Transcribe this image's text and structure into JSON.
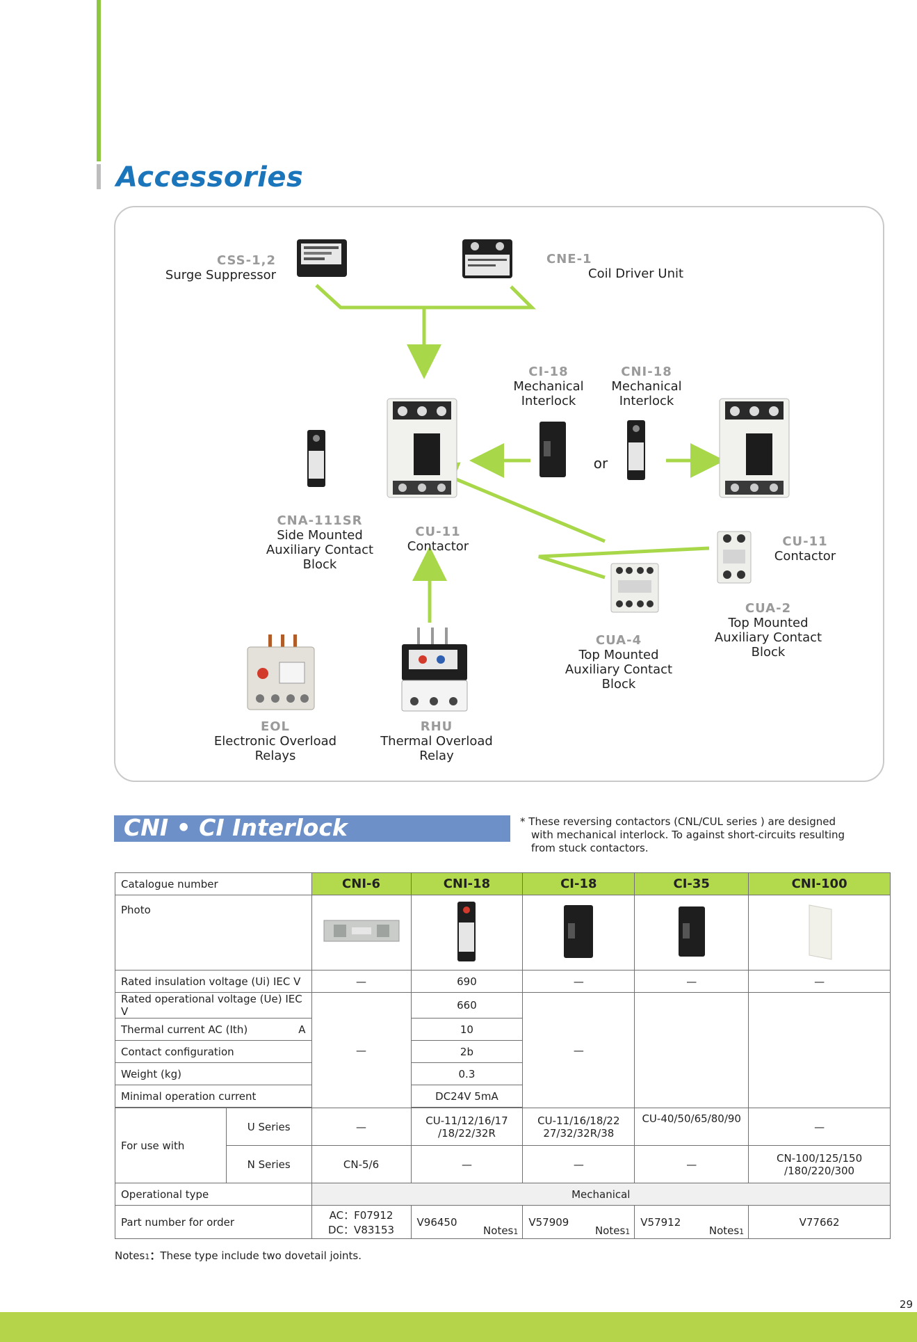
{
  "section": {
    "title": "Accessories"
  },
  "diagram": {
    "css": {
      "code": "CSS-1,2",
      "name": "Surge Suppressor"
    },
    "cne": {
      "code": "CNE-1",
      "name": "Coil Driver Unit"
    },
    "ci18": {
      "code": "CI-18",
      "line1": "Mechanical",
      "line2": "Interlock"
    },
    "cni18": {
      "code": "CNI-18",
      "line1": "Mechanical",
      "line2": "Interlock"
    },
    "or_text": "or",
    "cna": {
      "code": "CNA-111SR",
      "line1": "Side Mounted",
      "line2": "Auxiliary Contact",
      "line3": "Block"
    },
    "cu_left": {
      "code": "CU-11",
      "name": "Contactor"
    },
    "cu_right": {
      "code": "CU-11",
      "name": "Contactor"
    },
    "cua2": {
      "code": "CUA-2",
      "line1": "Top Mounted",
      "line2": "Auxiliary Contact",
      "line3": "Block"
    },
    "cua4": {
      "code": "CUA-4",
      "line1": "Top Mounted",
      "line2": "Auxiliary Contact",
      "line3": "Block"
    },
    "eol": {
      "code": "EOL",
      "line1": "Electronic Overload",
      "line2": "Relays"
    },
    "rhu": {
      "code": "RHU",
      "line1": "Thermal Overload",
      "line2": "Relay"
    }
  },
  "interlock": {
    "title": "CNI • CI Interlock",
    "note_mark": "*",
    "note_line1": "These reversing contactors (CNL/CUL series ) are designed",
    "note_line2": "with mechanical interlock. To against short-circuits resulting",
    "note_line3": "from stuck contactors."
  },
  "table": {
    "catalogue_label": "Catalogue number",
    "columns": [
      "CNI-6",
      "CNI-18",
      "CI-18",
      "CI-35",
      "CNI-100"
    ],
    "photo_label": "Photo",
    "rows": {
      "ui_label": "Rated insulation voltage (Ui) IEC   V",
      "ue_label": "Rated operational voltage (Ue) IEC  V",
      "ith_label": "Thermal current AC (Ith)",
      "ith_unit": "A",
      "contact_label": "Contact configuration",
      "weight_label": "Weight (kg)",
      "min_current_label": "Minimal operation current",
      "for_use_label": "For use with",
      "u_series_label": "U Series",
      "n_series_label": "N Series",
      "op_type_label": "Operational type",
      "part_label": "Part number for order"
    },
    "dash": "—",
    "cni18_values": {
      "ui": "690",
      "ue": "660",
      "ith": "10",
      "contact": "2b",
      "weight": "0.3",
      "min_current": "DC24V 5mA"
    },
    "u_series": {
      "cni18_l1": "CU-11/12/16/17",
      "cni18_l2": "/18/22/32R",
      "ci18_l1": "CU-11/16/18/22",
      "ci18_l2": "27/32/32R/38",
      "ci35": "CU-40/50/65/80/90"
    },
    "n_series": {
      "cni6": "CN-5/6",
      "cni100_l1": "CN-100/125/150",
      "cni100_l2": "/180/220/300"
    },
    "op_type": "Mechanical",
    "parts": {
      "cni6_l1": "AC：F07912",
      "cni6_l2": "DC：V83153",
      "cni18": "V96450",
      "ci18": "V57909",
      "ci35": "V57912",
      "cni100": "V77662",
      "notes_ref": "Notes",
      "notes_num": "1"
    }
  },
  "footer": {
    "notes_label": "Notes",
    "notes_num": "1",
    "notes_sep": "：",
    "notes_text": "These type include two dovetail joints.",
    "page_number": "29"
  },
  "colors": {
    "accent_green": "#8dc63f",
    "arrow_green": "#a8d84a",
    "title_blue": "#1b75bb",
    "header_blue": "#6e90c8",
    "table_header_green": "#b3d94c"
  }
}
